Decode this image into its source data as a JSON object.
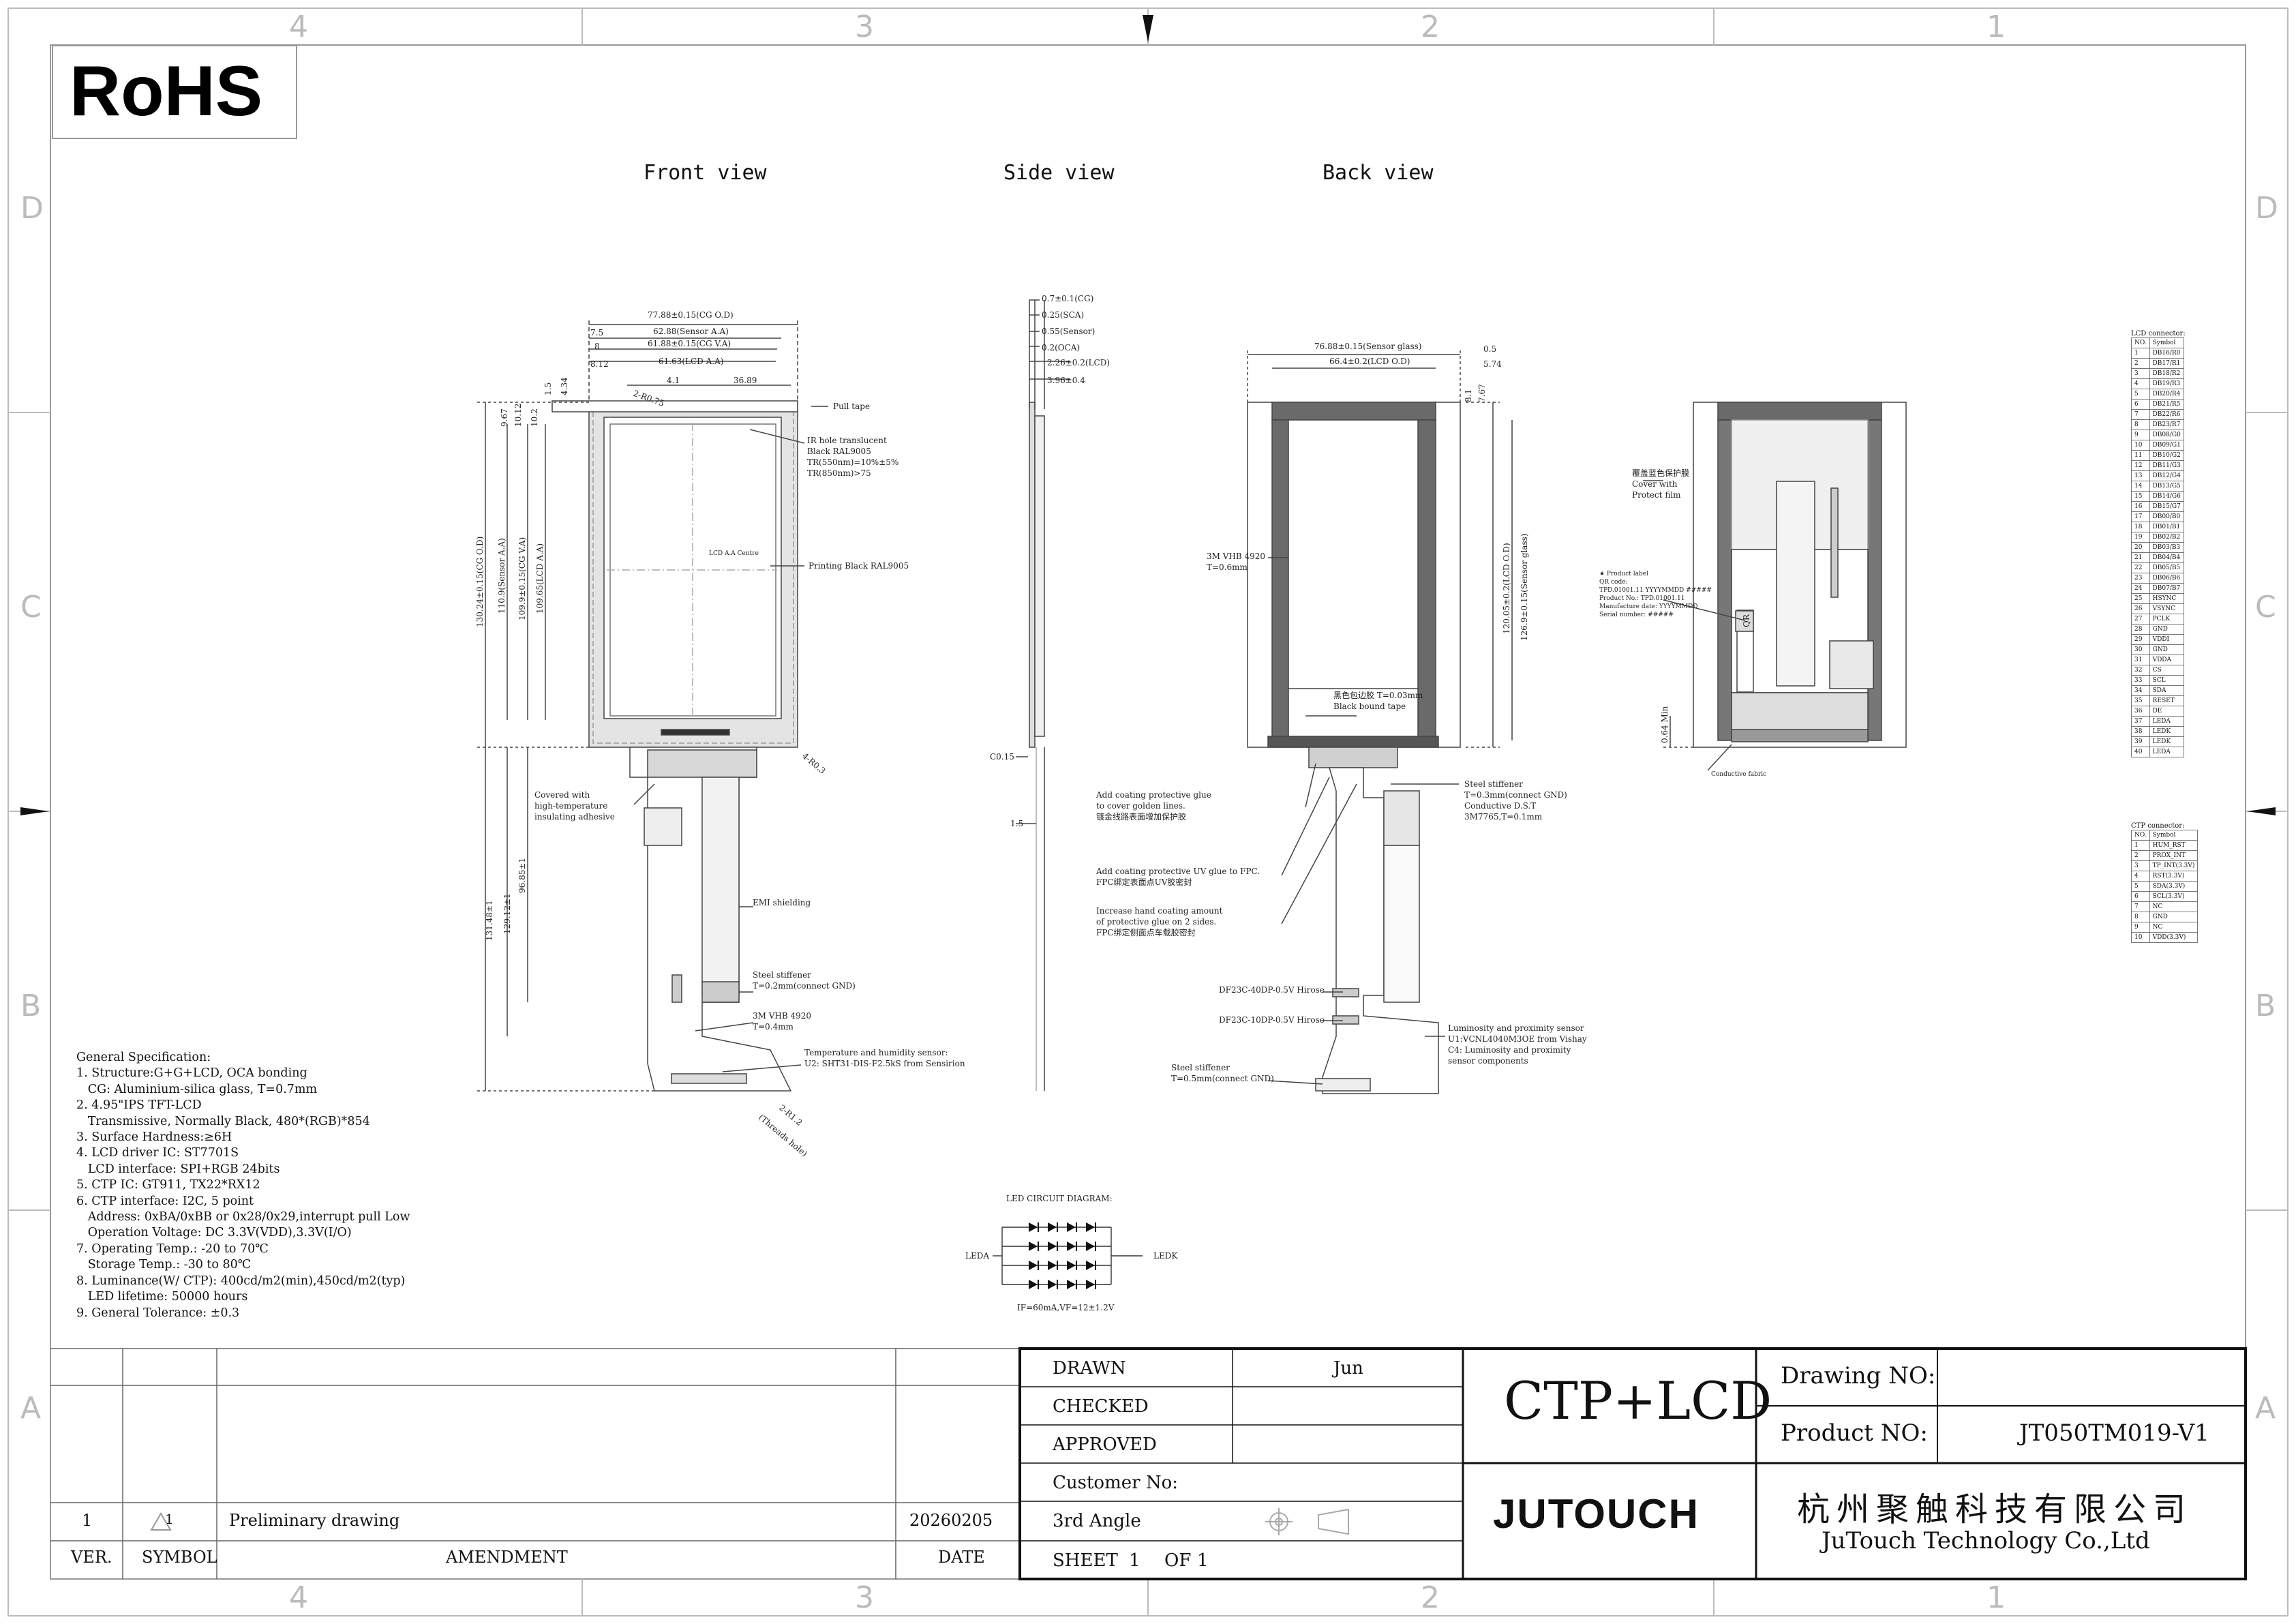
{
  "rohs": "RoHS",
  "grid": {
    "top": [
      "4",
      "3",
      "2",
      "1"
    ],
    "bottom": [
      "4",
      "3",
      "2",
      "1"
    ],
    "left": [
      "D",
      "C",
      "B",
      "A"
    ],
    "right": [
      "D",
      "C",
      "B",
      "A"
    ]
  },
  "views": {
    "front": "Front view",
    "side": "Side view",
    "back": "Back view"
  },
  "front_dims": {
    "cg_od": "77.88±0.15(CG O.D)",
    "sensor_aa": "62.88(Sensor A.A)",
    "cg_va": "61.88±0.15(CG V.A)",
    "lcd_aa": "61.63(LCD A.A)",
    "d41": "4.1",
    "d3689": "36.89",
    "r275": "2-R0.75",
    "d75": "7.5",
    "d8": "8",
    "d812": "8.12",
    "d15": "1.5",
    "d434": "4.34",
    "d967": "9.67",
    "d1012": "10.12",
    "d102": "10.2",
    "h_cg": "130.24±0.15(CG O.D)",
    "h_sensor": "110.9(Sensor A.A)",
    "h_cgva": "109.9±0.15(CG V.A)",
    "h_lcd": "109.65(LCD A.A)",
    "h_fpc1": "131.48±1",
    "h_fpc2": "129.12±1",
    "h_fpc3": "96.85±1",
    "r03": "4-R0.3",
    "r12": "2-R1.2"
  },
  "front_notes": {
    "pull_tape": "Pull tape",
    "ir1": "IR hole translucent",
    "ir2": "Black RAL9005",
    "ir3": "TR(550nm)=10%±5%",
    "ir4": "TR(850nm)>75",
    "center": "LCD A.A Centre",
    "printing": "Printing Black RAL9005",
    "covered1": "Covered with",
    "covered2": "high-temperature",
    "covered3": "insulating adhesive",
    "emi": "EMI shielding",
    "stiff1": "Steel stiffener",
    "stiff2": "T=0.2mm(connect GND)",
    "vhb1": "3M VHB 4920",
    "vhb2": "T=0.4mm",
    "temp1": "Temperature and humidity sensor:",
    "temp2": "U2: SHT31-DIS-F2.5kS from Sensirion",
    "hole": "(Threads hole)"
  },
  "side_dims": {
    "cg": "0.7±0.1(CG)",
    "sca": "0.25(SCA)",
    "sensor": "0.55(Sensor)",
    "oca": "0.2(OCA)",
    "lcd": "2.26±0.2(LCD)",
    "total": "3.96±0.4",
    "c015": "C0.15",
    "d15": "1.5"
  },
  "back_dims": {
    "sensor_glass": "76.88±0.15(Sensor glass)",
    "lcd_od": "66.4±0.2(LCD O.D)",
    "d05": "0.5",
    "d574": "5.74",
    "d81": "8.1",
    "d767": "7.67",
    "h_lcd": "120.05±0.2(LCD O.D)",
    "h_sensor": "126.9±0.15(Sensor glass)",
    "d064": "0.64 Min"
  },
  "back_notes": {
    "vhb1": "3M VHB 4920",
    "vhb2": "T=0.6mm",
    "bound1": "黑色包边胶 T=0.03mm",
    "bound2": "Black bound tape",
    "coat1": "Add coating protective glue",
    "coat2": "to cover golden lines.",
    "coat3": "镀金线路表面增加保护胶",
    "uv1": "Add coating protective UV glue to FPC.",
    "uv2": "FPC绑定表面点UV胶密封",
    "inc1": "Increase hand coating amount",
    "inc2": "of protective glue on 2 sides.",
    "inc3": "FPC绑定侧面点车载胶密封",
    "conn1": "DF23C-40DP-0.5V Hirose",
    "conn2": "DF23C-10DP-0.5V Hirose",
    "stiff1": "Steel stiffener",
    "stiff2": "T=0.3mm(connect GND)",
    "stiff3": "Conductive D.S.T",
    "stiff4": "3M7765,T=0.1mm",
    "stiff5": "Steel stiffener",
    "stiff6": "T=0.5mm(connect GND)",
    "lum1": "Luminosity and proximity sensor",
    "lum2": "U1:VCNL4040M3OE from Vishay",
    "lum3": "C4: Luminosity and proximity",
    "lum4": "sensor components",
    "film1": "覆盖蓝色保护膜",
    "film2": "Cover with",
    "film3": "Protect film",
    "label1": "★ Product label",
    "label2": "QR code:",
    "label3": "TPD.01001.11 YYYYMMDD #####",
    "label4": "Product No.: TPD.01001.11",
    "label5": "Manufacture date: YYYYMMDD",
    "label6": "Serial number: #####",
    "fabric": "Conductive fabric",
    "qr": "QR"
  },
  "lcd_connector": {
    "title": "LCD connector:",
    "header": [
      "NO.",
      "Symbol"
    ],
    "rows": [
      [
        "1",
        "DB16/R0"
      ],
      [
        "2",
        "DB17/R1"
      ],
      [
        "3",
        "DB18/R2"
      ],
      [
        "4",
        "DB19/R3"
      ],
      [
        "5",
        "DB20/R4"
      ],
      [
        "6",
        "DB21/R5"
      ],
      [
        "7",
        "DB22/R6"
      ],
      [
        "8",
        "DB23/R7"
      ],
      [
        "9",
        "DB08/G0"
      ],
      [
        "10",
        "DB09/G1"
      ],
      [
        "11",
        "DB10/G2"
      ],
      [
        "12",
        "DB11/G3"
      ],
      [
        "13",
        "DB12/G4"
      ],
      [
        "14",
        "DB13/G5"
      ],
      [
        "15",
        "DB14/G6"
      ],
      [
        "16",
        "DB15/G7"
      ],
      [
        "17",
        "DB00/B0"
      ],
      [
        "18",
        "DB01/B1"
      ],
      [
        "19",
        "DB02/B2"
      ],
      [
        "20",
        "DB03/B3"
      ],
      [
        "21",
        "DB04/B4"
      ],
      [
        "22",
        "DB05/B5"
      ],
      [
        "23",
        "DB06/B6"
      ],
      [
        "24",
        "DB07/B7"
      ],
      [
        "25",
        "HSYNC"
      ],
      [
        "26",
        "VSYNC"
      ],
      [
        "27",
        "PCLK"
      ],
      [
        "28",
        "GND"
      ],
      [
        "29",
        "VDDI"
      ],
      [
        "30",
        "GND"
      ],
      [
        "31",
        "VDDA"
      ],
      [
        "32",
        "CS"
      ],
      [
        "33",
        "SCL"
      ],
      [
        "34",
        "SDA"
      ],
      [
        "35",
        "RESET"
      ],
      [
        "36",
        "DE"
      ],
      [
        "37",
        "LEDA"
      ],
      [
        "38",
        "LEDK"
      ],
      [
        "39",
        "LEDK"
      ],
      [
        "40",
        "LEDA"
      ]
    ]
  },
  "ctp_connector": {
    "title": "CTP connector:",
    "header": [
      "NO.",
      "Symbol"
    ],
    "rows": [
      [
        "1",
        "HUM_RST"
      ],
      [
        "2",
        "PROX_INT"
      ],
      [
        "3",
        "TP_INT(3.3V)"
      ],
      [
        "4",
        "RST(3.3V)"
      ],
      [
        "5",
        "SDA(3.3V)"
      ],
      [
        "6",
        "SCL(3.3V)"
      ],
      [
        "7",
        "NC"
      ],
      [
        "8",
        "GND"
      ],
      [
        "9",
        "NC"
      ],
      [
        "10",
        "VDD(3.3V)"
      ]
    ]
  },
  "led": {
    "title": "LED CIRCUIT DIAGRAM:",
    "leda": "LEDA",
    "ledk": "LEDK",
    "note": "IF=60mA,VF=12±1.2V"
  },
  "spec": [
    "General Specification:",
    "1. Structure:G+G+LCD, OCA bonding",
    "   CG: Aluminium-silica glass, T=0.7mm",
    "2. 4.95\"IPS TFT-LCD",
    "   Transmissive, Normally Black, 480*(RGB)*854",
    "3. Surface Hardness:≥6H",
    "4. LCD driver IC: ST7701S",
    "   LCD interface: SPI+RGB 24bits",
    "5. CTP IC: GT911, TX22*RX12",
    "6. CTP interface: I2C, 5 point",
    "   Address: 0xBA/0xBB or 0x28/0x29,interrupt pull Low",
    "   Operation Voltage: DC 3.3V(VDD),3.3V(I/O)",
    "7. Operating Temp.: -20 to 70℃",
    "   Storage Temp.: -30 to 80℃",
    "8. Luminance(W/ CTP): 400cd/m2(min),450cd/m2(typ)",
    "   LED lifetime: 50000 hours",
    "9. General Tolerance: ±0.3"
  ],
  "revision": {
    "ver": "1",
    "symbol": "1",
    "amendment": "Preliminary drawing",
    "date": "20260205",
    "hdr_ver": "VER.",
    "hdr_symbol": "SYMBOL",
    "hdr_amendment": "AMENDMENT",
    "hdr_date": "DATE"
  },
  "titleblock": {
    "drawn": "DRAWN",
    "drawn_by": "Jun",
    "checked": "CHECKED",
    "approved": "APPROVED",
    "customer": "Customer No:",
    "angle": "3rd Angle",
    "sheet": "SHEET",
    "sheet_no": "1",
    "of": "OF",
    "sheet_total": "1",
    "product_type": "CTP+LCD",
    "drawing_no_label": "Drawing NO:",
    "product_no_label": "Product NO:",
    "product_no": "JT050TM019-V1",
    "logo": "JUTOUCH",
    "company_cn": "杭州聚触科技有限公司",
    "company_en": "JuTouch Technology Co.,Ltd"
  }
}
